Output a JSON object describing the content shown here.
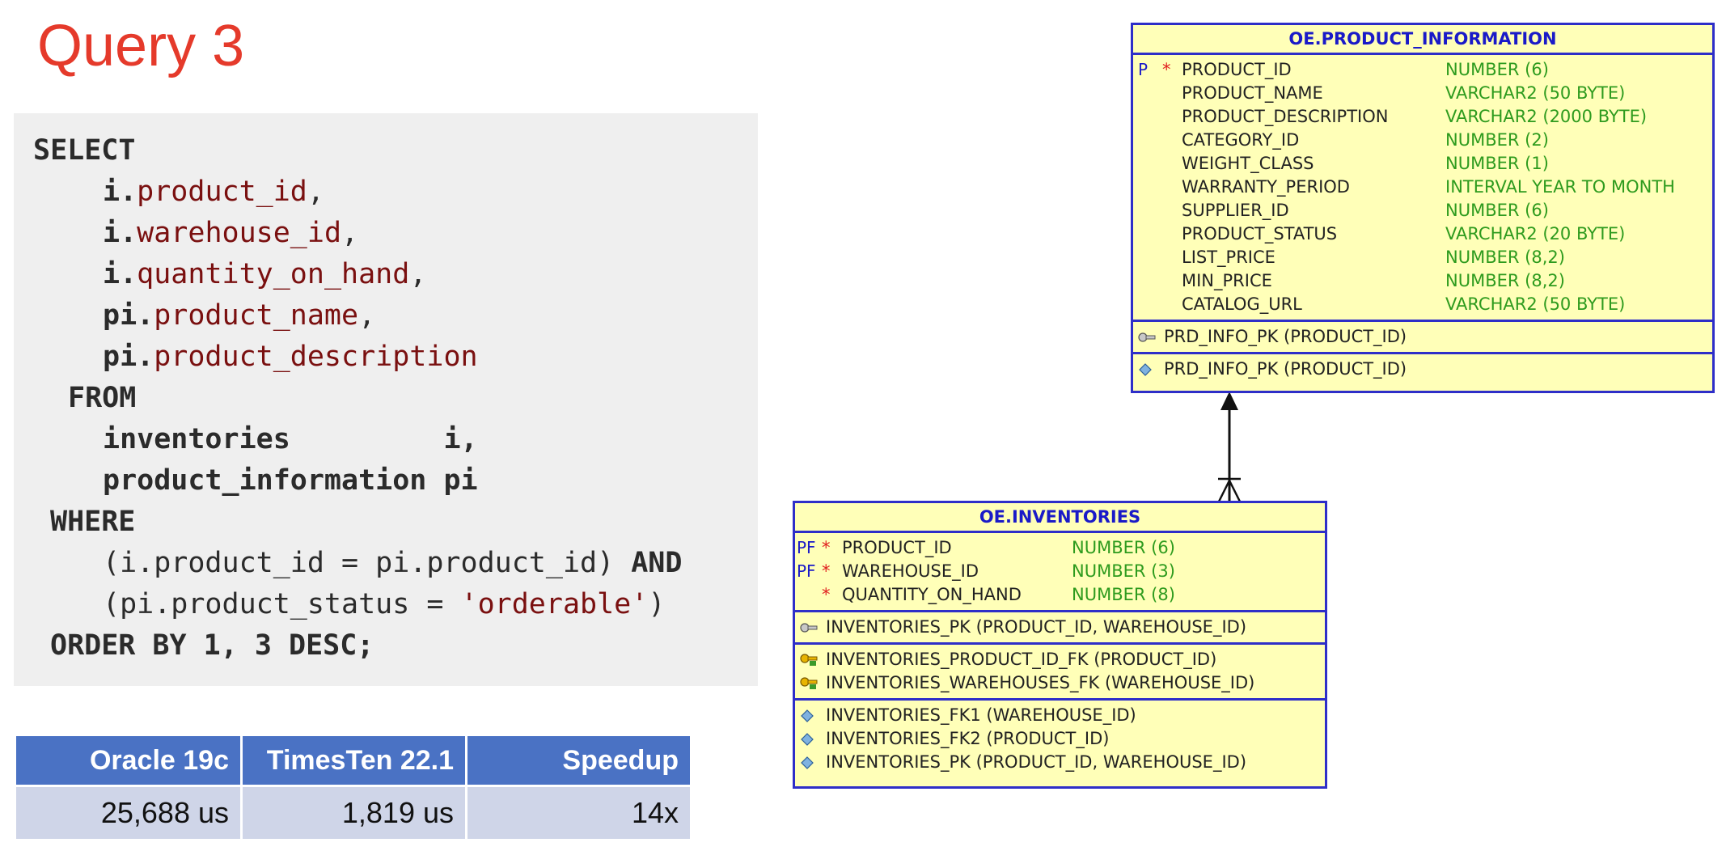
{
  "title": "Query 3",
  "sql": {
    "select_kw": "SELECT",
    "cols": [
      {
        "alias": "i.",
        "col": "product_id",
        "sep": ","
      },
      {
        "alias": "i.",
        "col": "warehouse_id",
        "sep": ","
      },
      {
        "alias": "i.",
        "col": "quantity_on_hand",
        "sep": ","
      },
      {
        "alias": "pi.",
        "col": "product_name",
        "sep": ","
      },
      {
        "alias": "pi.",
        "col": "product_description",
        "sep": ""
      }
    ],
    "from_kw": "FROM",
    "tables": [
      {
        "name": "inventories",
        "pad": "         ",
        "alias": "i,"
      },
      {
        "name": "product_information",
        "pad": " ",
        "alias": "pi"
      }
    ],
    "where_kw": "WHERE",
    "cond1": "(i.product_id = pi.product_id)",
    "and_kw": "AND",
    "cond2_open": "(pi.product_status = ",
    "cond2_str": "'orderable'",
    "cond2_close": ")",
    "order_by": "ORDER BY 1, 3 DESC;"
  },
  "perf_table": {
    "headers": [
      "Oracle 19c",
      "TimesTen 22.1",
      "Speedup"
    ],
    "row": [
      "25,688 us",
      "1,819 us",
      "14x"
    ]
  },
  "entities": {
    "product_information": {
      "title": "OE.PRODUCT_INFORMATION",
      "columns": [
        {
          "flag": "P",
          "mand": "*",
          "name": "PRODUCT_ID",
          "type": "NUMBER (6)"
        },
        {
          "flag": "",
          "mand": "",
          "name": "PRODUCT_NAME",
          "type": "VARCHAR2 (50 BYTE)"
        },
        {
          "flag": "",
          "mand": "",
          "name": "PRODUCT_DESCRIPTION",
          "type": "VARCHAR2 (2000 BYTE)"
        },
        {
          "flag": "",
          "mand": "",
          "name": "CATEGORY_ID",
          "type": "NUMBER (2)"
        },
        {
          "flag": "",
          "mand": "",
          "name": "WEIGHT_CLASS",
          "type": "NUMBER (1)"
        },
        {
          "flag": "",
          "mand": "",
          "name": "WARRANTY_PERIOD",
          "type": "INTERVAL YEAR TO MONTH"
        },
        {
          "flag": "",
          "mand": "",
          "name": "SUPPLIER_ID",
          "type": "NUMBER (6)"
        },
        {
          "flag": "",
          "mand": "",
          "name": "PRODUCT_STATUS",
          "type": "VARCHAR2 (20 BYTE)"
        },
        {
          "flag": "",
          "mand": "",
          "name": "LIST_PRICE",
          "type": "NUMBER (8,2)"
        },
        {
          "flag": "",
          "mand": "",
          "name": "MIN_PRICE",
          "type": "NUMBER (8,2)"
        },
        {
          "flag": "",
          "mand": "",
          "name": "CATALOG_URL",
          "type": "VARCHAR2 (50 BYTE)"
        }
      ],
      "pk": [
        "PRD_INFO_PK (PRODUCT_ID)"
      ],
      "fks": [],
      "indexes": [
        "PRD_INFO_PK (PRODUCT_ID)"
      ]
    },
    "inventories": {
      "title": "OE.INVENTORIES",
      "columns": [
        {
          "flag": "PF",
          "mand": "*",
          "name": "PRODUCT_ID",
          "type": "NUMBER (6)"
        },
        {
          "flag": "PF",
          "mand": "*",
          "name": "WAREHOUSE_ID",
          "type": "NUMBER (3)"
        },
        {
          "flag": "",
          "mand": "*",
          "name": "QUANTITY_ON_HAND",
          "type": "NUMBER (8)"
        }
      ],
      "pk": [
        "INVENTORIES_PK (PRODUCT_ID, WAREHOUSE_ID)"
      ],
      "fks": [
        "INVENTORIES_PRODUCT_ID_FK (PRODUCT_ID)",
        "INVENTORIES_WAREHOUSES_FK (WAREHOUSE_ID)"
      ],
      "indexes": [
        "INVENTORIES_FK1 (WAREHOUSE_ID)",
        "INVENTORIES_FK2 (PRODUCT_ID)",
        "INVENTORIES_PK (PRODUCT_ID, WAREHOUSE_ID)"
      ]
    }
  },
  "colors": {
    "title": "#e53a2b",
    "table_header": "#4a72c4",
    "table_row": "#cfd5e8",
    "entity_fill": "#ffffb8",
    "entity_border": "#2e2ec8",
    "type_text": "#2e9b1e",
    "sql_identifier": "#7a1010"
  }
}
